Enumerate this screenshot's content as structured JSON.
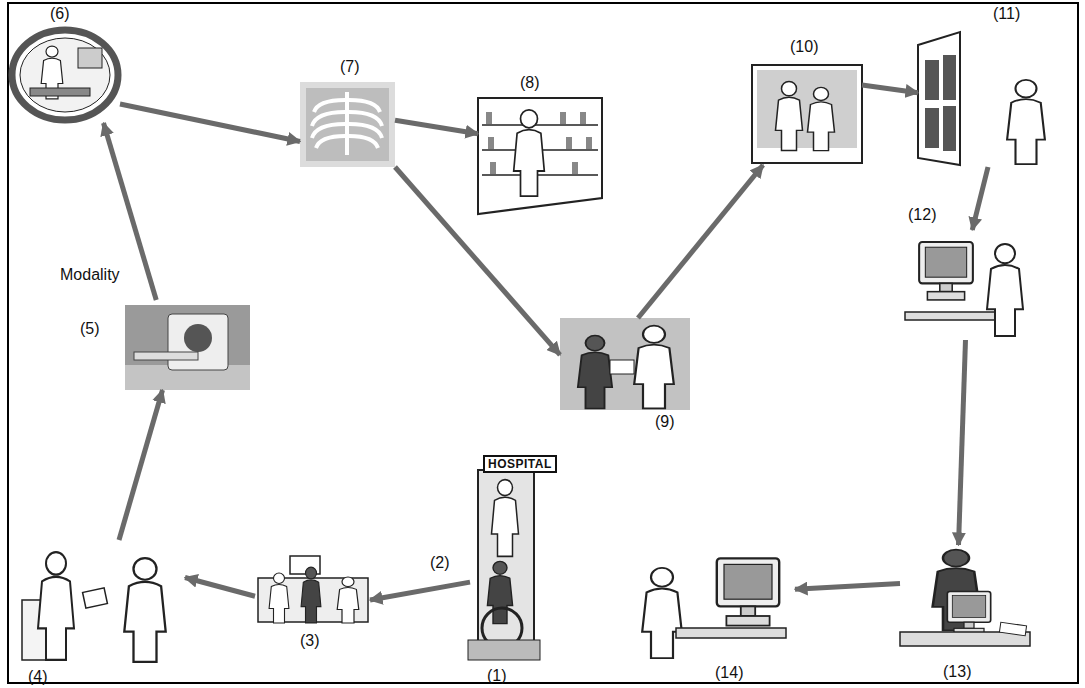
{
  "diagram": {
    "nodes": [
      {
        "text": [
          "HOSPITAL",
          "(1)"
        ]
      },
      {
        "text": [
          "(3)"
        ]
      },
      {
        "text": [
          "(4)"
        ]
      },
      {
        "text": [
          "(5)"
        ]
      },
      {
        "text": [
          "(6)"
        ]
      },
      {
        "text": [
          "(7)"
        ]
      },
      {
        "text": [
          "(8)"
        ]
      },
      {
        "text": [
          "(9)"
        ]
      },
      {
        "text": [
          "(10)"
        ]
      },
      {
        "text": [
          "(11)"
        ]
      },
      {
        "text": [
          "(12)"
        ]
      },
      {
        "text": [
          "(13)"
        ]
      },
      {
        "text": [
          "(14)"
        ]
      }
    ],
    "edges": [
      {
        "from": 0,
        "to": 1,
        "arrow": "to",
        "label": "(2)"
      },
      {
        "from": 1,
        "to": 2,
        "arrow": "to"
      },
      {
        "from": 2,
        "to": 3,
        "arrow": "to"
      },
      {
        "from": 3,
        "to": 4,
        "arrow": "to",
        "label": "Modality"
      },
      {
        "from": 4,
        "to": 5,
        "arrow": "to"
      },
      {
        "from": 5,
        "to": 6,
        "arrow": "to"
      },
      {
        "from": 5,
        "to": 7,
        "arrow": "to"
      },
      {
        "from": 7,
        "to": 8,
        "arrow": "to"
      },
      {
        "from": 8,
        "to": 9,
        "arrow": "to"
      },
      {
        "from": 9,
        "to": 10,
        "arrow": "to"
      },
      {
        "from": 10,
        "to": 11,
        "arrow": "to"
      },
      {
        "from": 11,
        "to": 12,
        "arrow": "to"
      }
    ]
  }
}
